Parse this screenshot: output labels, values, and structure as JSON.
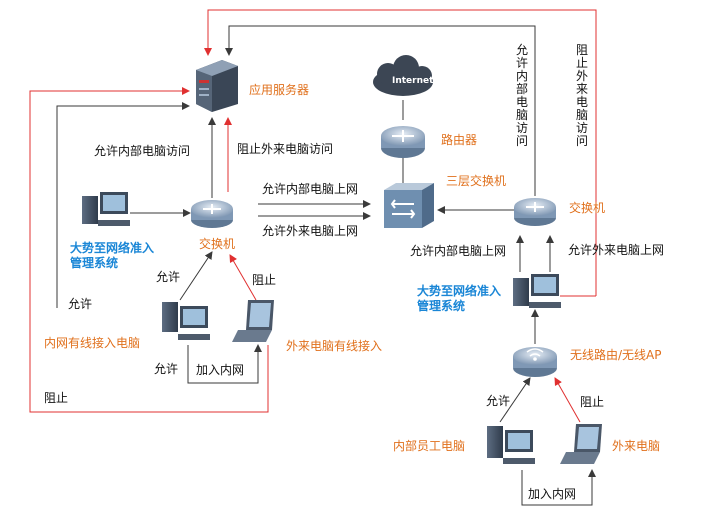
{
  "colors": {
    "red": "#e03030",
    "line": "#3a3a3a",
    "label_orange": "#e0701c",
    "label_blue": "#1a86d6",
    "device_blue": "#6f8fb0"
  },
  "nodes": {
    "app_server": "应用服务器",
    "internet": "Internet",
    "router": "路由器",
    "core_switch": "三层交换机",
    "switch_left": "交换机",
    "switch_right": "交换机",
    "nac_left": "大势至网络准入管理系统",
    "nac_right": "大势至网络准入管理系统",
    "wired_pc": "内网有线接入电脑",
    "foreign_wired_laptop": "外来电脑有线接入",
    "wireless_ap": "无线路由/无线AP",
    "staff_pc": "内部员工电脑",
    "foreign_pc": "外来电脑"
  },
  "edge_labels": {
    "allow_internal_access_left": "允许内部电脑访问",
    "deny_external_access_left": "阻止外来电脑访问",
    "allow_internal_access_right": "允许内部电脑访问",
    "deny_external_access_right": "阻止外来电脑访问",
    "allow_internal_internet_top": "允许内部电脑上网",
    "allow_external_internet": "允许外来电脑上网",
    "allow_internal_internet_right": "允许内部电脑上网",
    "allow_external_internet_right": "允许外来电脑上网",
    "allow_1": "允许",
    "allow_2": "允许",
    "allow_3": "允许",
    "allow_4": "允许",
    "deny_1": "阻止",
    "deny_2": "阻止",
    "deny_3": "阻止",
    "join_lan_left": "加入内网",
    "join_lan_right": "加入内网"
  }
}
